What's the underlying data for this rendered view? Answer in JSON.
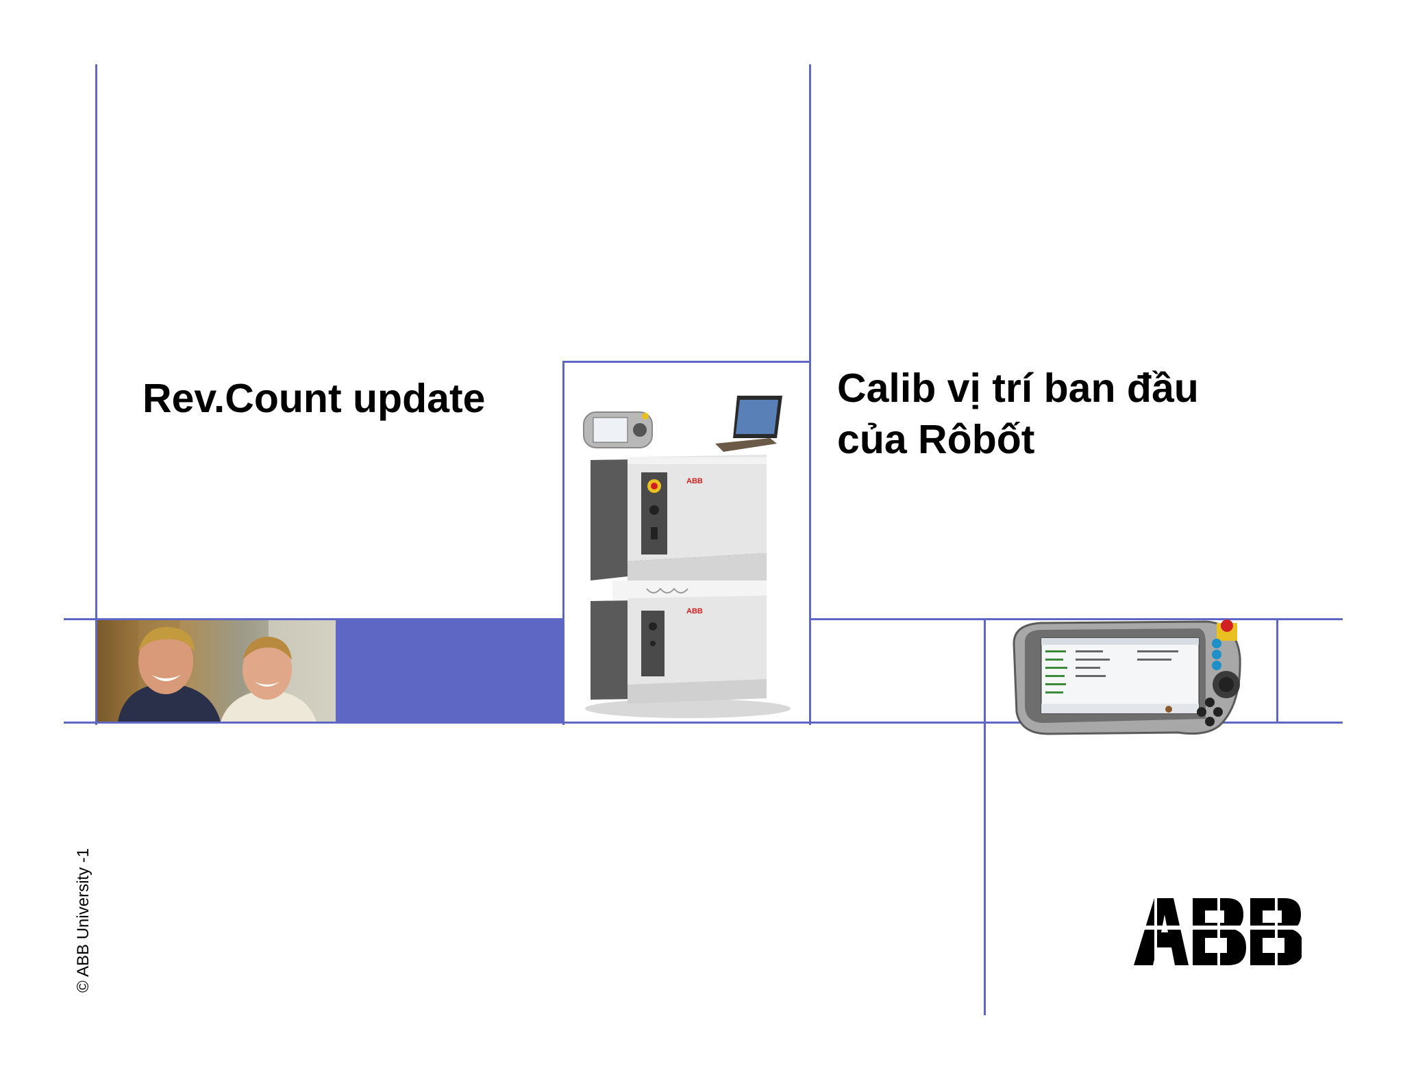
{
  "slide": {
    "title_left": "Rev.Count update",
    "title_right_line1": "Calib vị trí ban đầu",
    "title_right_line2": "của Rôbốt",
    "copyright": "© ABB University -1",
    "logo_text": "ABB"
  },
  "colors": {
    "accent_line": "#5f67c4",
    "accent_block": "#5f67c4",
    "title_text": "#000000"
  },
  "images": [
    {
      "name": "people-photo",
      "description": "two smiling men"
    },
    {
      "name": "robot-controller-photo",
      "description": "ABB robot controller cabinet with teach pendant and laptop"
    },
    {
      "name": "teach-pendant-photo",
      "description": "ABB FlexPendant teach pendant"
    }
  ]
}
